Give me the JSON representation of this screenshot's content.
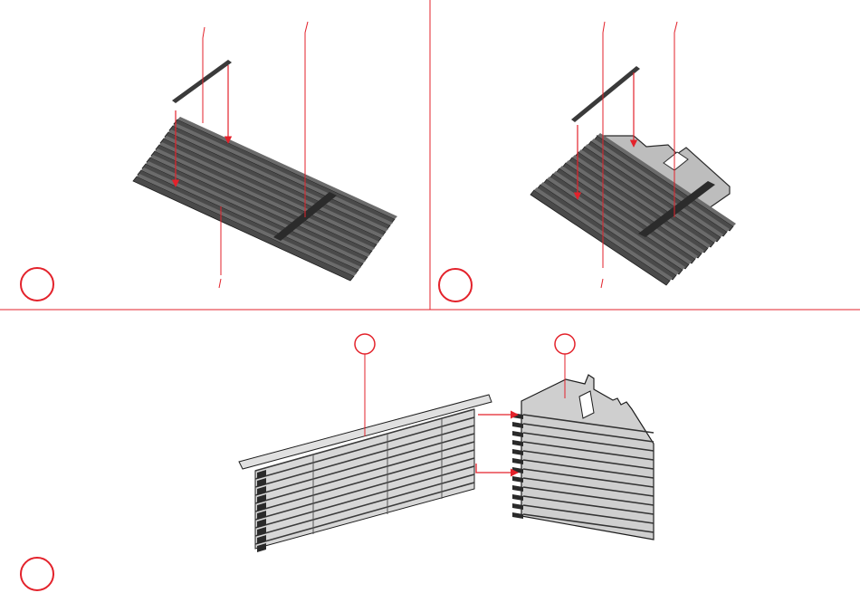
{
  "document": {
    "type": "assembly-instructions",
    "steps": [
      {
        "label": "",
        "panel": "top-left"
      },
      {
        "label": "",
        "panel": "top-right"
      },
      {
        "label": "",
        "panel": "bottom"
      }
    ],
    "part_callouts": [
      {
        "label": "",
        "panel": "bottom",
        "part": "long-wall"
      },
      {
        "label": "",
        "panel": "bottom",
        "part": "gable-wall"
      }
    ]
  },
  "colors": {
    "accent": "#e3222b",
    "wood_fill": "#d7d7d7",
    "wood_dark": "#4a4a4a",
    "wood_edge": "#1d1d1d",
    "background": "#ffffff"
  }
}
